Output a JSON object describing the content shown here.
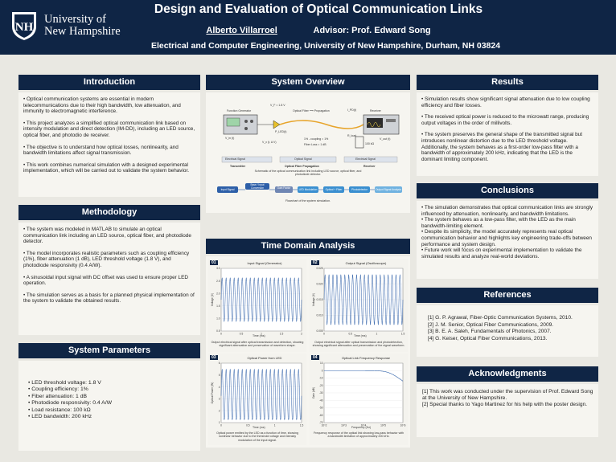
{
  "header": {
    "university_line1": "University of",
    "university_line2": "New Hampshire",
    "title": "Design and Evaluation of Optical Communication Links",
    "author": "Alberto Villarroel",
    "advisor": "Advisor: Prof. Edward Song",
    "affiliation": "Electrical and Computer Engineering, University of New Hampshire, Durham, NH 03824"
  },
  "introduction": {
    "heading": "Introduction",
    "bullets": [
      "• Optical communication systems are essential in modern telecommunications due to their high bandwidth, low attenuation, and immunity to electromagnetic interference.",
      "• This project analyzes a simplified optical communication link based on intensity modulation and direct detection (IM-DD), including an LED source, optical fiber, and photodio de receiver.",
      "• The objective is to understand how optical losses, nonlinearity, and bandwidth limitations affect signal transmission.",
      "• This work combines numerical simulation with a designed experimental implementation, which will be carried out to validate the system behavior."
    ]
  },
  "methodology": {
    "heading": "Methodology",
    "bullets": [
      "• The system was modeled in MATLAB to simulate an optical communication link including an LED source, optical fiber, and photodiode detector.",
      "• The model incorporates realistic parameters such as coupling efficiency (1%), fiber attenuation (1 dB), LED threshold voltage (1.8 V), and photodiode responsivity (0.4 A/W).",
      "• A sinusoidal input signal with DC offset was used to ensure proper LED operation.",
      "• The simulation serves as a basis for a planned physical implementation of the system to validate the obtained results."
    ]
  },
  "system_parameters": {
    "heading": "System Parameters",
    "items": [
      "• LED threshold voltage: 1.8 V",
      "• Coupling efficiency: 1%",
      "• Fiber attenuation: 1 dB",
      "• Photodiode responsivity: 0.4 A/W",
      "• Load resistance: 100 kΩ",
      "• LED bandwidth: 200 kHz"
    ]
  },
  "system_overview": {
    "heading": "System Overview",
    "labels": {
      "function_generator": "Function Generator",
      "fiber_propagation": "Optical Fiber ⟶ Propagation",
      "receiver": "Receiver",
      "vf": "V_F = 1.8 V",
      "pled": "P_LED(t)",
      "vin": "V_in (t)",
      "vx": "V_x (t, A V)",
      "coupling": "1% - coupling = 1%",
      "fiber_loss": "Fiber Loss = 1 dB",
      "ipd": "I_PD(t)",
      "rload": "R_load",
      "rval": "100 kΩ",
      "vout": "V_out (t)",
      "electrical_signal": "Electrical Signal",
      "optical_signal": "Optical Signal",
      "electrical_signal2": "Electrical Signal",
      "transmitter": "Transmitter",
      "optical_fiber_propagation": "Optical Fiber Propagation",
      "receiver2": "Receiver"
    },
    "schematic_caption": "Schematic of the optical communication link including LED source, optical fiber, and photodiode detector.",
    "flow": [
      "Input Signal",
      "Base / Input Conversion",
      "Gain Factor",
      "LED Modulation",
      "Optical + Fiber",
      "Photodetector",
      "Output Signal Analysis"
    ],
    "flow_caption": "Flowchart of the system simulation."
  },
  "time_domain": {
    "heading": "Time Domain Analysis",
    "panels": [
      {
        "tag": "01",
        "title": "Input Signal (Generator)",
        "xlabel": "Time (ms)",
        "ylabel": "Voltage (V)",
        "yticks": [
          "3.0",
          "2.5",
          "2.0",
          "1.5",
          "1.0",
          "0.5"
        ],
        "xticks": [
          "0",
          "0.5",
          "1",
          "1.5",
          "2"
        ],
        "caption": "Output electrical signal after optical transmission and detection, showing significant attenuation and preservation of waveform shape."
      },
      {
        "tag": "02",
        "title": "Output Signal (Oscilloscope)",
        "xlabel": "Time (ms)",
        "ylabel": "Voltage (V)",
        "yticks": [
          "0.025",
          "0.020",
          "0.015",
          "0.010",
          "0.005"
        ],
        "xticks": [
          "0",
          "0.5",
          "1",
          "1.5"
        ],
        "caption": "Output electrical signal after optical transmission and photodetection, showing significant attenuation and preservation of the signal waveform."
      },
      {
        "tag": "03",
        "title": "Optical Power from LED",
        "xlabel": "Time (ms)",
        "ylabel": "Optical Power (W)",
        "yticks": [
          "6",
          "5",
          "4",
          "3",
          "2",
          "1"
        ],
        "xticks": [
          "0",
          "0.5",
          "1",
          "1.5"
        ],
        "caption": "Optical power emitted by the LED as a function of time, showing nonlinear behavior due to the threshold voltage and intensity modulation of the input signal."
      },
      {
        "tag": "04",
        "title": "Optical Link Frequency Response",
        "xlabel": "Frequency (Hz)",
        "ylabel": "Gain (dB)",
        "yticks": [
          "10",
          "0",
          "-10",
          "-20",
          "-30",
          "-40",
          "-50",
          "-60",
          "-70"
        ],
        "xticks": [
          "10^2",
          "10^3",
          "10^4",
          "10^5",
          "10^6"
        ],
        "caption": "Frequency response of the optical link showing low-pass behavior with a bandwidth limitation of approximately 200 kHz."
      }
    ]
  },
  "results": {
    "heading": "Results",
    "bullets": [
      "• Simulation results show significant signal attenuation due to low coupling efficiency and fiber losses.",
      "• The received optical power is reduced to the microwatt range, producing output voltages in the order of millivolts.",
      "• The system preserves the general shape of the transmitted signal but introduces nonlinear distortion due to the LED threshold voltage. Additionally, the system behaves as a first-order low-pass filter with a bandwidth of approximately 200 kHz, indicating that the LED is the dominant limiting component."
    ]
  },
  "conclusions": {
    "heading": "Conclusions",
    "bullets": [
      "• The simulation demonstrates that optical communication links are strongly influenced by attenuation, nonlinearity, and bandwidth limitations.",
      "• The system behaves as a low-pass filter, with the LED as the main bandwidth-limiting element.",
      "• Despite its simplicity, the model accurately represents real optical communication behavior and highlights key engineering trade-offs between performance and system design.",
      "• Future work will focus on experimental implementation to validate the simulated results and analyze real-world deviations."
    ]
  },
  "references": {
    "heading": "References",
    "items": [
      "[1] G. P. Agrawal, Fiber-Optic Communication Systems, 2010.",
      "[2] J. M. Senior, Optical Fiber Communications, 2009.",
      "[3] B. E. A. Saleh, Fundamentals of Photonics, 2007.",
      "[4] G. Keiser, Optical Fiber Communications, 2013."
    ]
  },
  "acknowledgments": {
    "heading": "Acknowledgments",
    "items": [
      "[1] This work was conducted under the supervision of Prof. Edward Song at the University of New Hampshire.",
      "[2] Special thanks to Yago Martinez for his help with the poster design."
    ]
  },
  "colors": {
    "navy": "#0f2545",
    "background": "#e9e8e2",
    "box": "#f6f5f0",
    "plot_line": "#2d5fa8"
  }
}
